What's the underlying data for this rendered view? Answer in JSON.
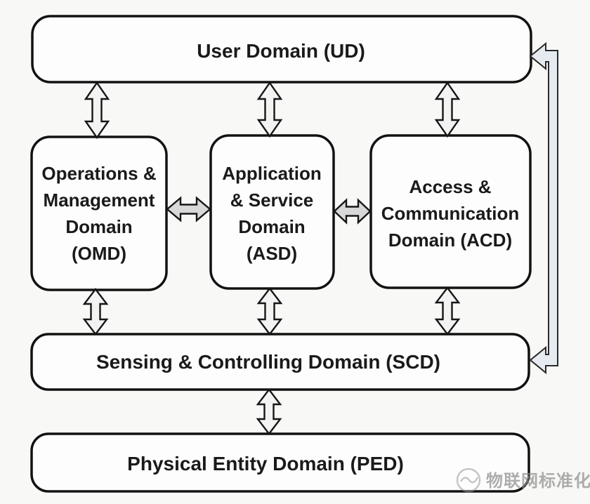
{
  "nodes": {
    "ud": {
      "label": "User Domain (UD)"
    },
    "omd": {
      "lines": [
        "Operations &",
        "Management",
        "Domain",
        "(OMD)"
      ]
    },
    "asd": {
      "lines": [
        "Application",
        "& Service",
        "Domain",
        "(ASD)"
      ]
    },
    "acd": {
      "lines": [
        "Access &",
        "Communication",
        "Domain (ACD)"
      ]
    },
    "scd": {
      "label": "Sensing & Controlling Domain (SCD)"
    },
    "ped": {
      "label": "Physical Entity Domain (PED)"
    }
  },
  "watermark": {
    "text": "物联网标准化"
  },
  "colors": {
    "background": "#f8f8f7",
    "box_fill": "#fdfdfd",
    "box_stroke": "#121212",
    "vertical_arrow_fill": "#f3f3f3",
    "horizontal_arrow_fill": "#d8d8d8",
    "connector_fill": "#e6ebf1",
    "text": "#1a1a1a",
    "watermark": "#8f8f8f"
  }
}
